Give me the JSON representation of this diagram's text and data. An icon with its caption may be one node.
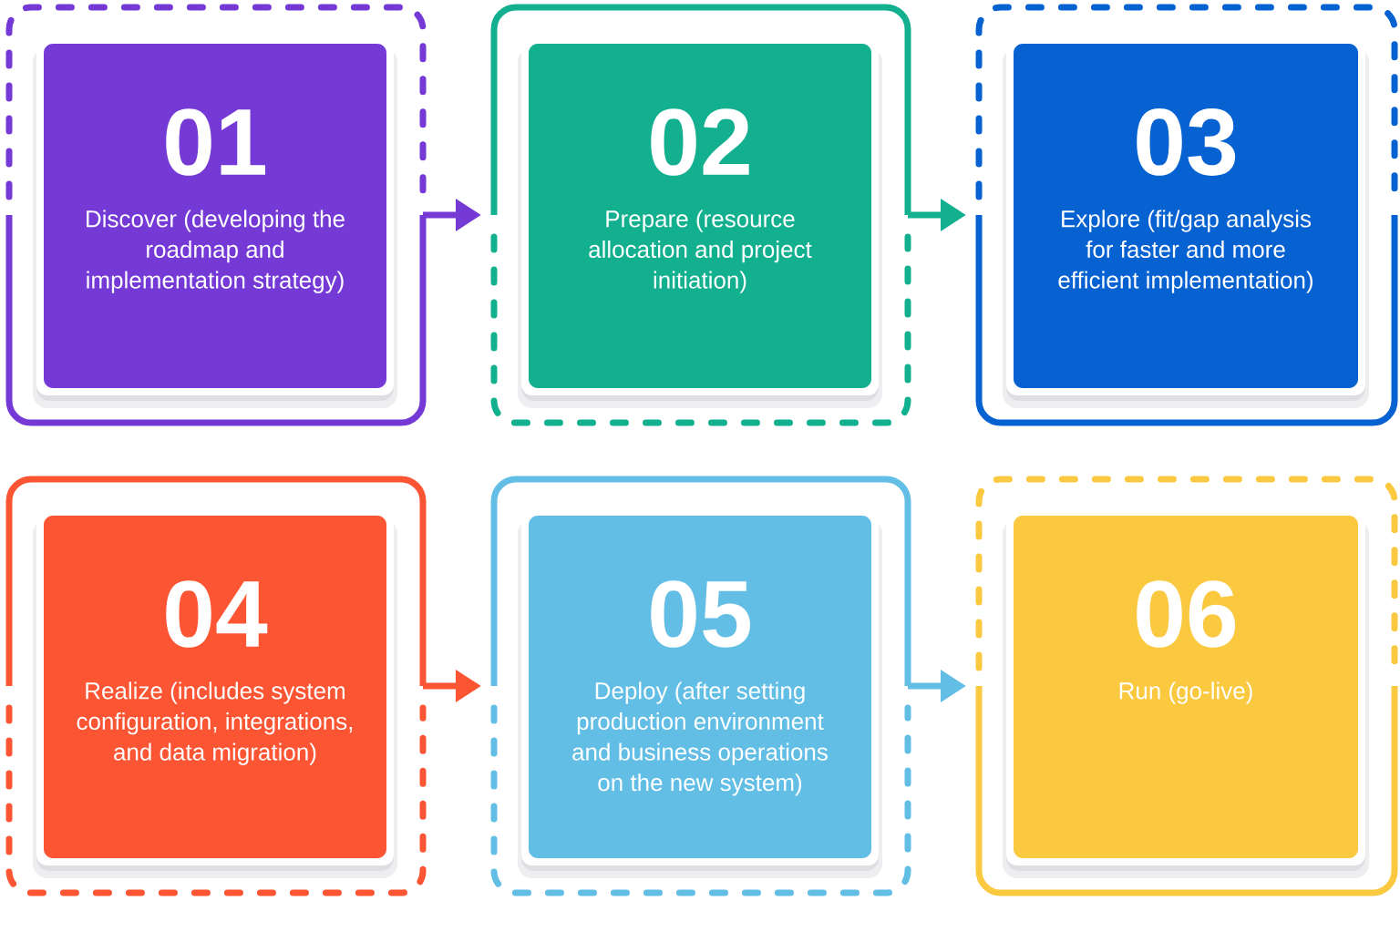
{
  "diagram": {
    "nodes": [
      {
        "text": [
          "01",
          "Discover (developing the roadmap and implementation strategy)"
        ]
      },
      {
        "text": [
          "02",
          "Prepare (resource allocation and project initiation)"
        ]
      },
      {
        "text": [
          "03",
          "Explore (fit/gap analysis for faster and more efficient implementation)"
        ]
      },
      {
        "text": [
          "04",
          "Realize (includes system configuration, integrations, and data migration)"
        ]
      },
      {
        "text": [
          "05",
          "Deploy (after setting production environment and business operations on the new system)"
        ]
      },
      {
        "text": [
          "06",
          "Run (go-live)"
        ]
      }
    ],
    "edges": [
      {
        "from": 0,
        "to": 1,
        "arrow": "to",
        "color": "#7539d6"
      },
      {
        "from": 1,
        "to": 2,
        "arrow": "to",
        "color": "#13b090"
      },
      {
        "from": 3,
        "to": 4,
        "arrow": "to",
        "color": "#fc5533"
      },
      {
        "from": 4,
        "to": 5,
        "arrow": "to",
        "color": "#62bee5"
      }
    ]
  }
}
